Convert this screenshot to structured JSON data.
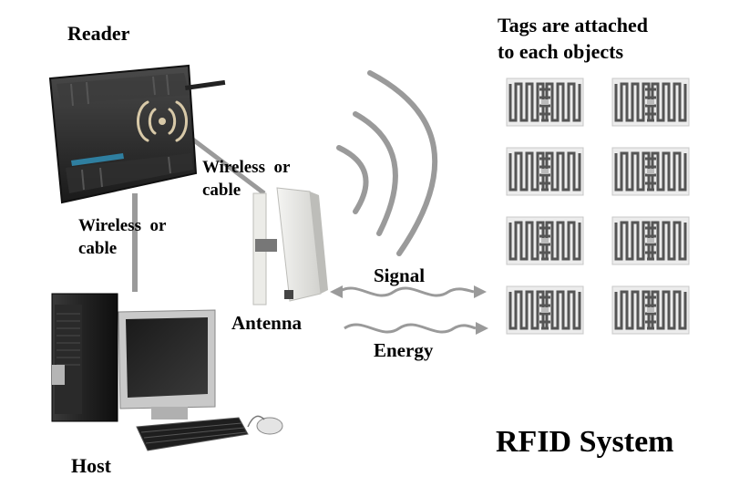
{
  "labels": {
    "reader": "Reader",
    "host": "Host",
    "antenna": "Antenna",
    "reader_antenna_link": [
      "Wireless  or",
      "cable"
    ],
    "reader_host_link": [
      "Wireless  or",
      "cable"
    ],
    "tags": [
      "Tags are attached",
      "to each objects"
    ],
    "signal": "Signal",
    "energy": "Energy",
    "system_title": "RFID System"
  },
  "icons": {
    "reader": "rfid-reader-icon",
    "antenna": "panel-antenna-icon",
    "host": "desktop-computer-icon",
    "tag": "rfid-tag-icon",
    "wave": "radio-wave-icon"
  },
  "colors": {
    "connector": "#9a9a9a",
    "reader_body": "#2a2a2a",
    "tag_pattern": "#555555"
  },
  "tag_count": 8
}
